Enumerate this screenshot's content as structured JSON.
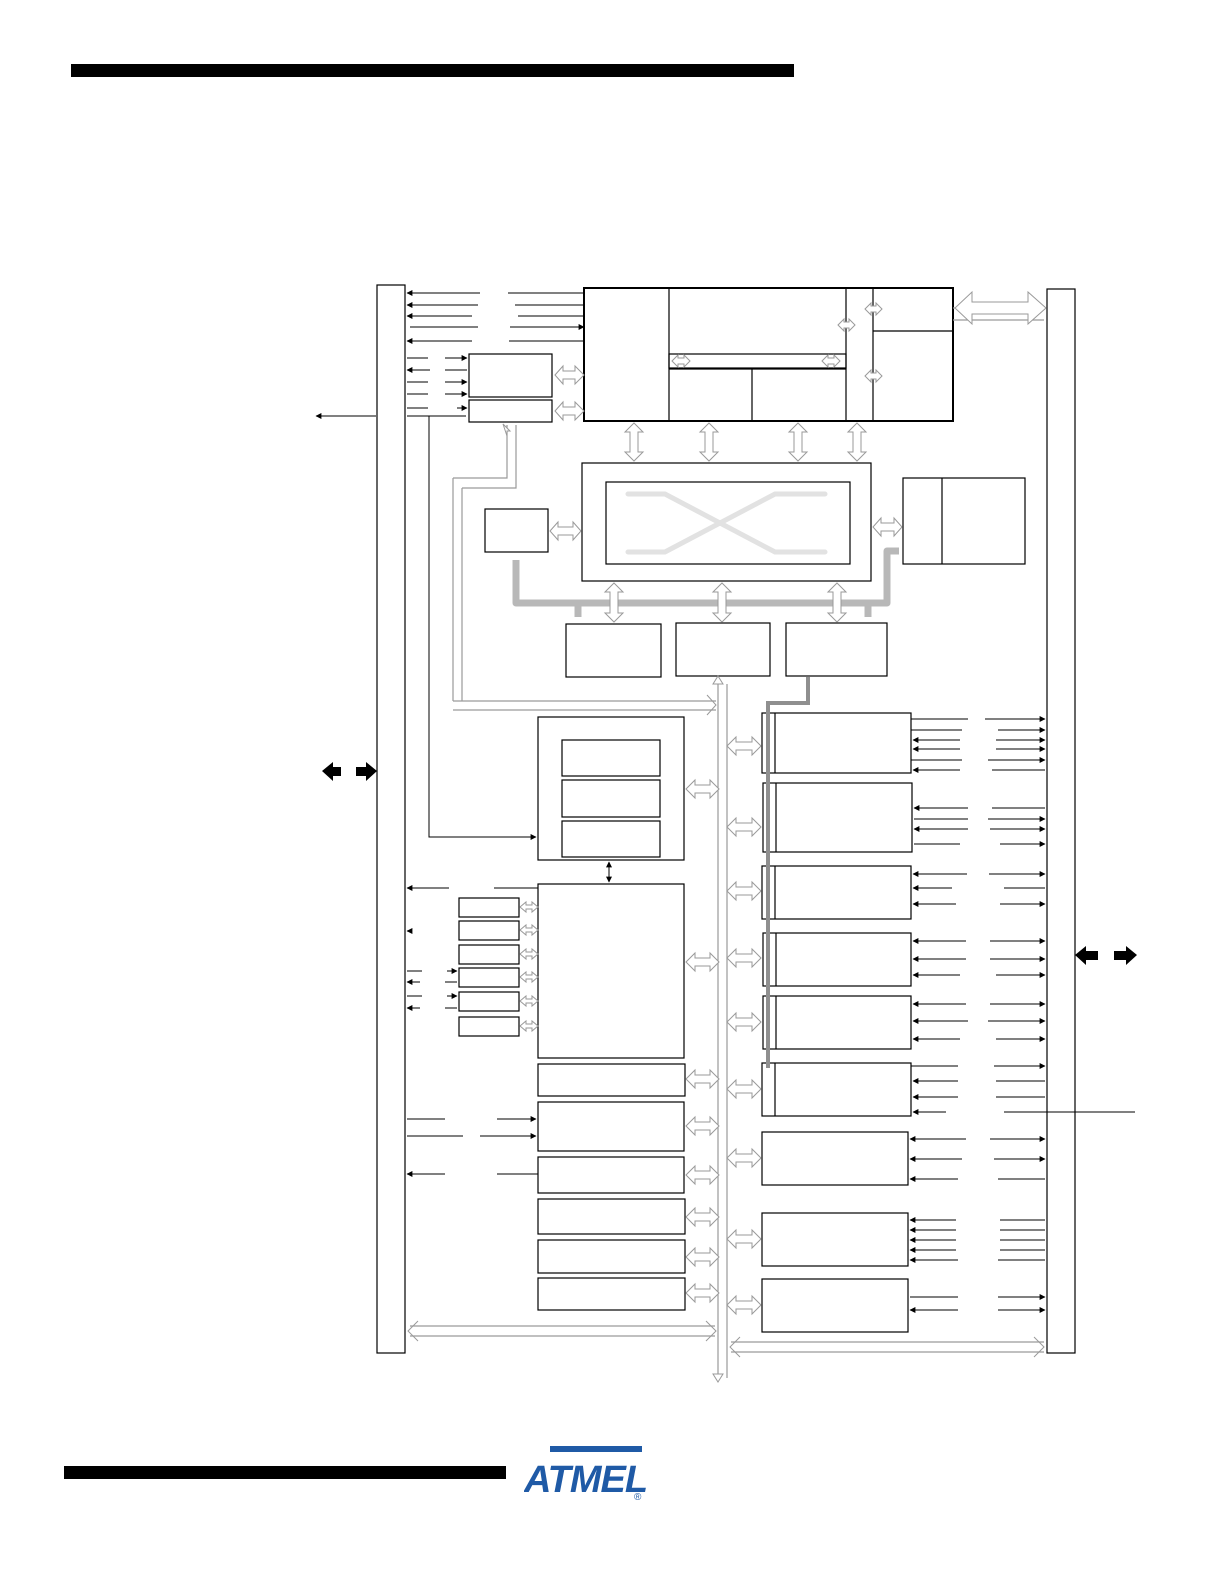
{
  "colors": {
    "ink": "#000000",
    "bus_outline": "#9a9a9a",
    "matrix_path": "#b8b8b8",
    "matrix_inner": "#e2e2e2",
    "logo": "#1f5aa6"
  },
  "logo": {
    "mark": "ATMEL",
    "registered": "®"
  },
  "icons": [
    "top-rule-bar",
    "bottom-rule-bar",
    "atmel-logo-icon",
    "bidirectional-arrow-icon"
  ]
}
